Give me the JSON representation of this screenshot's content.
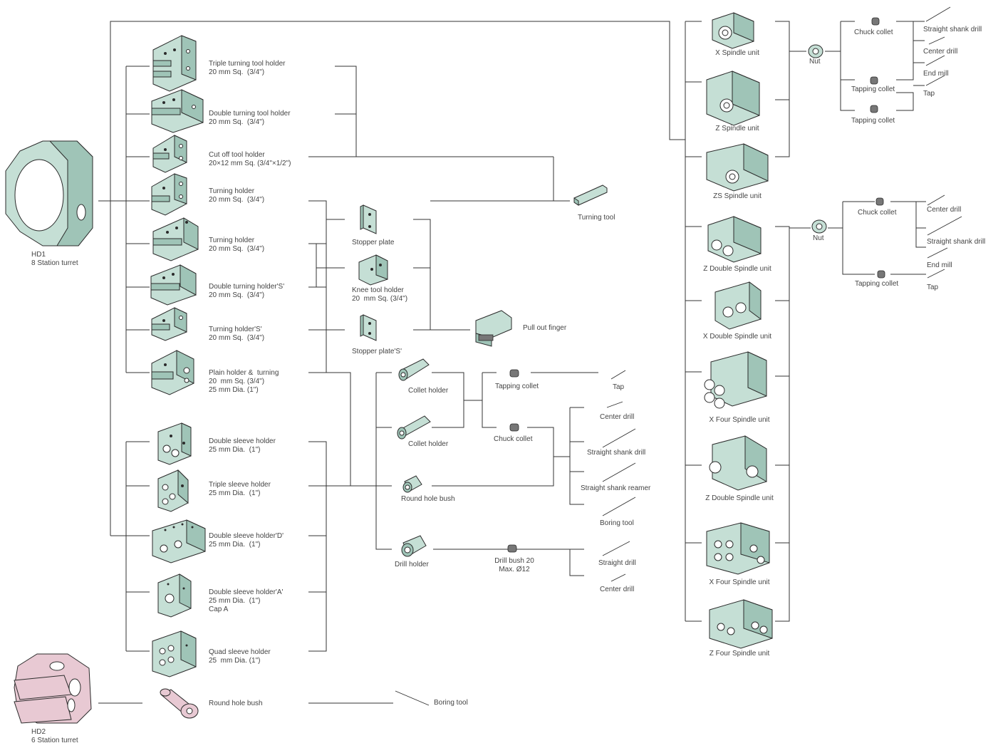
{
  "colors": {
    "line": "#333333",
    "part_fill": "#c5dfd5",
    "part_fill_dark": "#9fc4b7",
    "part_stroke": "#2b2b2b",
    "turret2_fill": "#e8c9d3",
    "text": "#444444"
  },
  "turrets": [
    {
      "name": "HD1",
      "desc": "8 Station turret"
    },
    {
      "name": "HD2",
      "desc": "6 Station turret"
    }
  ],
  "holders": [
    {
      "line1": "Triple turning tool holder",
      "line2": "20 mm Sq.  (3/4\")",
      "line3": ""
    },
    {
      "line1": "Double turning tool holder",
      "line2": "20 mm Sq.  (3/4\")",
      "line3": ""
    },
    {
      "line1": "Cut off tool holder",
      "line2": "20×12 mm Sq. (3/4\"×1/2\")",
      "line3": ""
    },
    {
      "line1": "Turning holder",
      "line2": "20 mm Sq.  (3/4\")",
      "line3": ""
    },
    {
      "line1": "Turning holder",
      "line2": "20 mm Sq.  (3/4\")",
      "line3": ""
    },
    {
      "line1": "Double turning holder'S'",
      "line2": "20 mm Sq.  (3/4\")",
      "line3": ""
    },
    {
      "line1": "Turning holder'S'",
      "line2": "20 mm Sq.  (3/4\")",
      "line3": ""
    },
    {
      "line1": "Plain holder &  turning",
      "line2": "20  mm Sq. (3/4\")",
      "line3": "25 mm Dia. (1\")"
    },
    {
      "line1": "Double sleeve holder",
      "line2": "25 mm Dia.  (1\")",
      "line3": ""
    },
    {
      "line1": "Triple sleeve holder",
      "line2": "25 mm Dia.  (1\")",
      "line3": ""
    },
    {
      "line1": "Double sleeve holder'D'",
      "line2": "25 mm Dia.  (1\")",
      "line3": ""
    },
    {
      "line1": "Double sleeve holder'A'",
      "line2": "25 mm Dia.  (1\")",
      "line3": "Cap A"
    },
    {
      "line1": "Quad sleeve holder",
      "line2": "25  mm Dia. (1\")",
      "line3": ""
    },
    {
      "line1": "Round hole bush",
      "line2": "",
      "line3": ""
    }
  ],
  "accessories": {
    "stopper_plate": "Stopper plate",
    "knee_line1": "Knee tool holder",
    "knee_line2": "20  mm Sq. (3/4\")",
    "stopper_plate_s": "Stopper plate'S'",
    "turning_tool": "Turning tool",
    "pull_out_finger": "Pull out finger"
  },
  "sleeve_items": {
    "collet_holder_1": "Collet holder",
    "collet_holder_2": "Collet holder",
    "round_hole_bush": "Round hole bush",
    "drill_holder": "Drill holder",
    "tapping_collet": "Tapping collet",
    "chuck_collet": "Chuck collet",
    "drill_bush_line1": "Drill bush 20",
    "drill_bush_line2": "Max. Ø12",
    "tap": "Tap",
    "center_drill": "Center drill",
    "straight_shank_drill": "Straight shank drill",
    "straight_shank_reamer": "Straight shank reamer",
    "boring_tool": "Boring tool",
    "straight_drill": "Straight drill",
    "center_drill_2": "Center drill",
    "boring_tool_hd2": "Boring tool"
  },
  "spindles": [
    "X Spindle unit",
    "Z Spindle unit",
    "ZS Spindle unit",
    "Z Double Spindle unit",
    "X Double Spindle unit",
    "X Four Spindle unit",
    "Z Double Spindle unit",
    "X Four Spindle unit",
    "Z Four Spindle unit"
  ],
  "spindle_tools_a": {
    "nut": "Nut",
    "chuck_collet": "Chuck collet",
    "tapping_collet_1": "Tapping collet",
    "tapping_collet_2": "Tapping collet",
    "straight_shank_drill": "Straight shank drill",
    "center_drill": "Center drill",
    "end_mill": "End mill",
    "tap": "Tap"
  },
  "spindle_tools_b": {
    "nut": "Nut",
    "chuck_collet": "Chuck collet",
    "tapping_collet": "Tapping collet",
    "center_drill": "Center drill",
    "straight_shank_drill": "Straight shank drill",
    "end_mill": "End mill",
    "tap": "Tap"
  }
}
